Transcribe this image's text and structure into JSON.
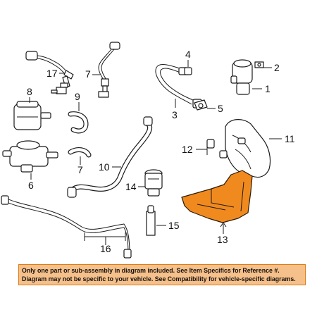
{
  "callouts": {
    "c1": "1",
    "c2": "2",
    "c3": "3",
    "c4": "4",
    "c5": "5",
    "c6": "6",
    "c7": "7",
    "c8": "8",
    "c9": "9",
    "c10": "10",
    "c11": "11",
    "c12": "12",
    "c13": "13",
    "c14": "14",
    "c15": "15",
    "c16": "16",
    "c17": "17"
  },
  "disclaimer": {
    "line1": "Only one part or sub-assembly in diagram included. See Item Specifics for Reference #.",
    "line2": "Diagram may not be specific to your vehicle. See Compatibility for vehicle-specific diagrams."
  },
  "colors": {
    "highlight_part": "#f08a1f",
    "disclaimer_bg": "#f6c08a",
    "disclaimer_border": "#e07b12"
  }
}
